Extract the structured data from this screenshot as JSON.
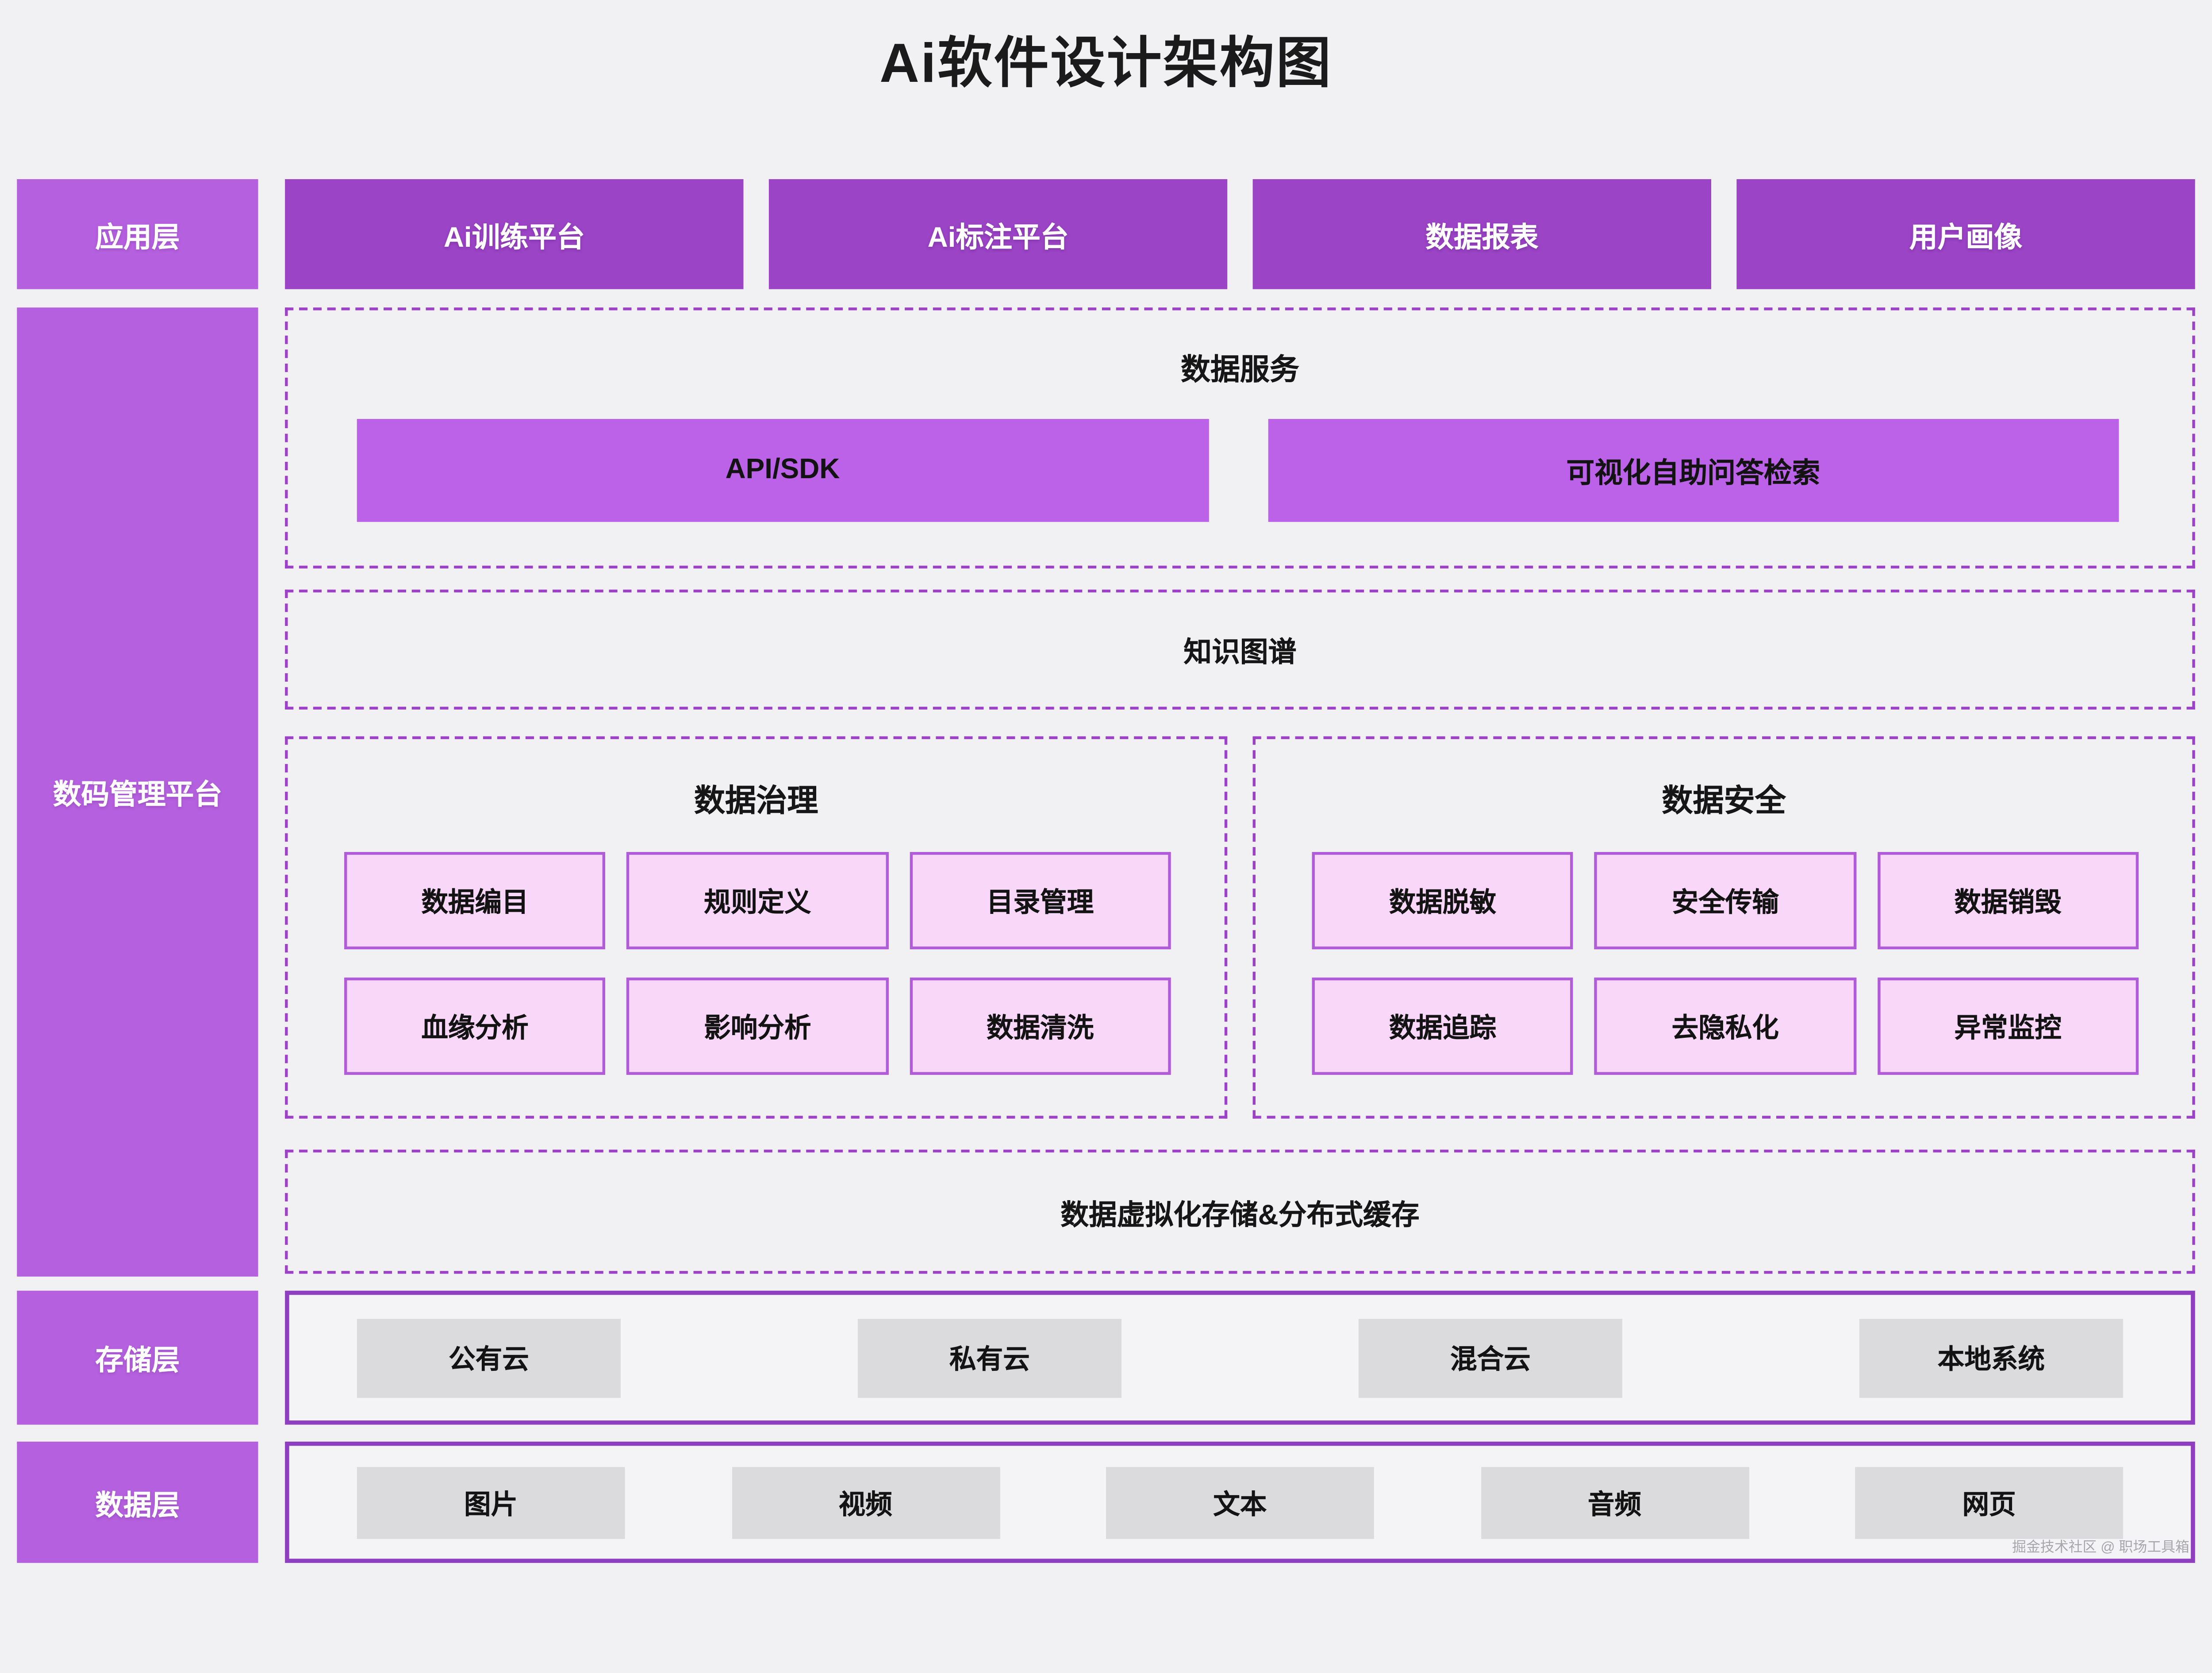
{
  "title": "Ai软件设计架构图",
  "colors": {
    "background": "#F1F0F2",
    "title_text": "#1b1b1b",
    "side_label": "#B561DF",
    "app_box": "#9B44C6",
    "service_box": "#BB62E8",
    "pink_fill": "#F8D7F8",
    "pink_border": "#B05BD8",
    "dashed_border": "#9C41C8",
    "container_border": "#8E3FC0",
    "container_fill": "#F4F3F5",
    "gray_fill": "#DBDADD"
  },
  "app_layer": {
    "label": "应用层",
    "items": [
      "Ai训练平台",
      "Ai标注平台",
      "数据报表",
      "用户画像"
    ]
  },
  "platform": {
    "label": "数码管理平台",
    "data_service": {
      "title": "数据服务",
      "items": [
        "API/SDK",
        "可视化自助问答检索"
      ]
    },
    "knowledge_graph": {
      "title": "知识图谱"
    },
    "governance": {
      "title": "数据治理",
      "items": [
        "数据编目",
        "规则定义",
        "目录管理",
        "血缘分析",
        "影响分析",
        "数据清洗"
      ]
    },
    "security": {
      "title": "数据安全",
      "items": [
        "数据脱敏",
        "安全传输",
        "数据销毁",
        "数据追踪",
        "去隐私化",
        "异常监控"
      ]
    },
    "storage_cache": {
      "title": "数据虚拟化存储&分布式缓存"
    }
  },
  "storage_layer": {
    "label": "存储层",
    "items": [
      "公有云",
      "私有云",
      "混合云",
      "本地系统"
    ]
  },
  "data_layer": {
    "label": "数据层",
    "items": [
      "图片",
      "视频",
      "文本",
      "音频",
      "网页"
    ]
  },
  "watermark": "掘金技术社区 @ 职场工具箱"
}
